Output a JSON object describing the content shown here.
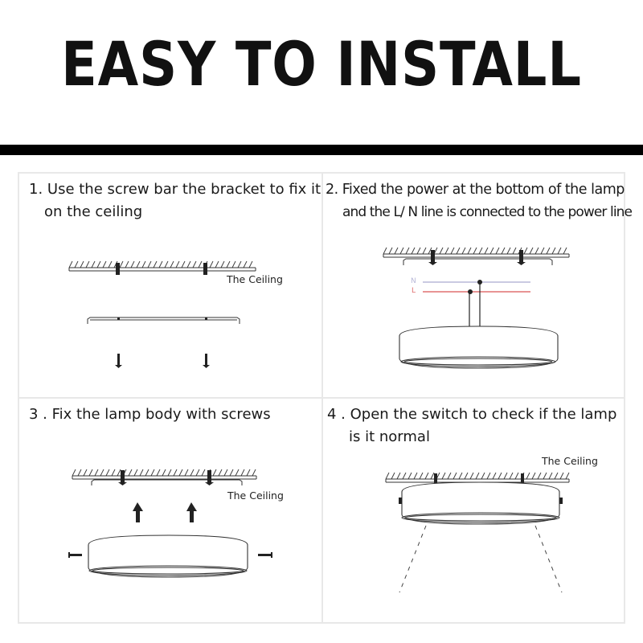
{
  "header": {
    "title": "EASY TO INSTALL"
  },
  "steps": [
    {
      "number": "1.",
      "line1": "1. Use the screw bar the bracket to fix it",
      "line2": "on the ceiling",
      "ceiling_label": "The Ceiling"
    },
    {
      "number": "2.",
      "line1": "2. Fixed the power at the bottom of the lamp",
      "line2": "and the L/ N line is connected to the power line",
      "wire_labels": {
        "neutral": "N",
        "live": "L"
      }
    },
    {
      "number": "3.",
      "line1": "3 . Fix the lamp body with screws",
      "ceiling_label": "The Ceiling"
    },
    {
      "number": "4.",
      "line1": "4 . Open the switch to check if the lamp",
      "line2": "is it normal",
      "ceiling_label": "The Ceiling"
    }
  ],
  "colors": {
    "title": "#000000",
    "rule": "#000000",
    "grid_lines": "#e8e8e8",
    "neutral_wire": "#b8b8d8",
    "live_wire": "#e07070"
  }
}
